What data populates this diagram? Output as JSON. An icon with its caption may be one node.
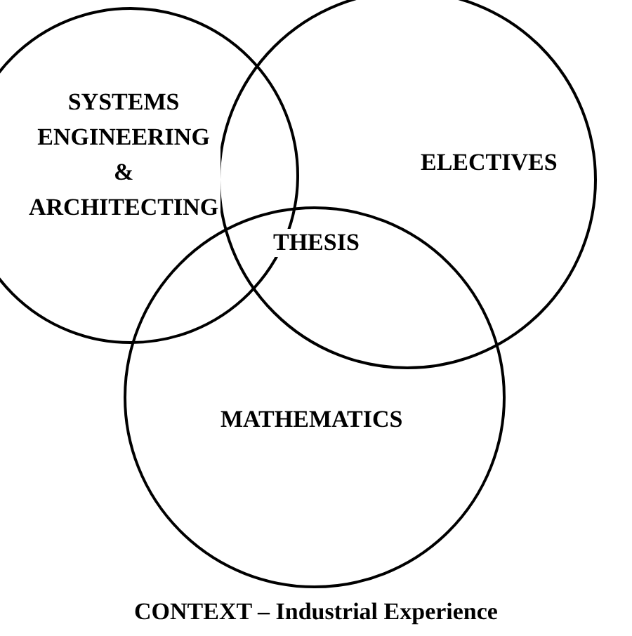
{
  "diagram": {
    "caption": "CONTEXT – Industrial Experience",
    "nodes": [
      {
        "text": [
          "SYSTEMS ENGINEERING & ARCHITECTING"
        ]
      },
      {
        "text": [
          "ELECTIVES"
        ]
      },
      {
        "text": [
          "MATHEMATICS"
        ]
      }
    ],
    "labels": [
      "THESIS"
    ]
  }
}
